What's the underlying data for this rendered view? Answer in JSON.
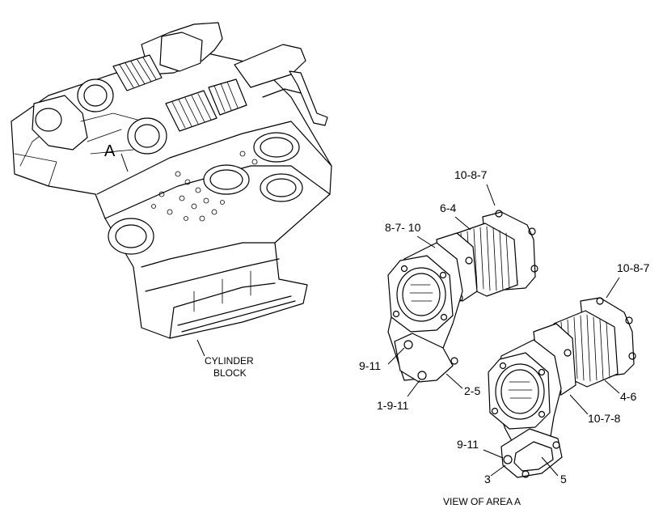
{
  "labels": {
    "area_marker": "A",
    "cylinder_block_line1": "CYLINDER",
    "cylinder_block_line2": "BLOCK",
    "view_caption": "VIEW OF AREA A"
  },
  "callouts_upper": {
    "top_flange": "10-8-7",
    "bellows": "6-4",
    "elbow_flange": "8-7- 10",
    "elbow_bolts_upper": "9-11",
    "elbow_bolts_lower": "1-9-11",
    "elbow_body": "2-5"
  },
  "callouts_lower": {
    "top_flange": "10-8-7",
    "bellows": "4-6",
    "clamp": "10-7-8",
    "bolts": "9-11",
    "base": "3",
    "gasket": "5"
  }
}
